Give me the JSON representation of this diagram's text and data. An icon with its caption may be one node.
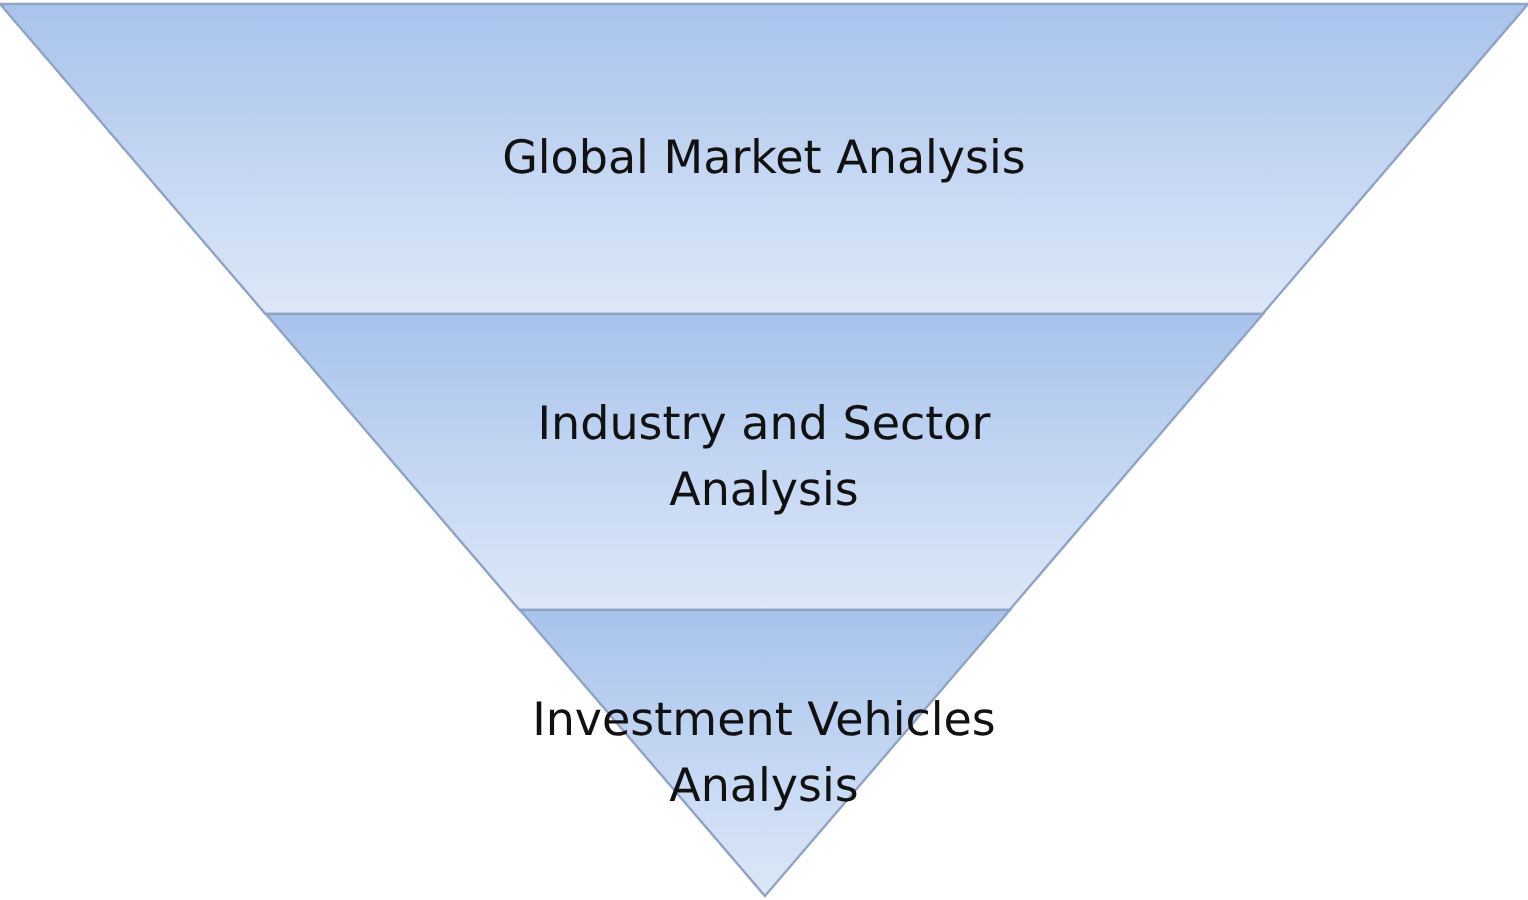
{
  "diagram": {
    "nodes": [
      {
        "text": [
          "Global Market Analysis"
        ]
      },
      {
        "text": [
          "Industry and Sector Analysis"
        ]
      },
      {
        "text": [
          "Investment Vehicles Analysis"
        ]
      }
    ]
  }
}
